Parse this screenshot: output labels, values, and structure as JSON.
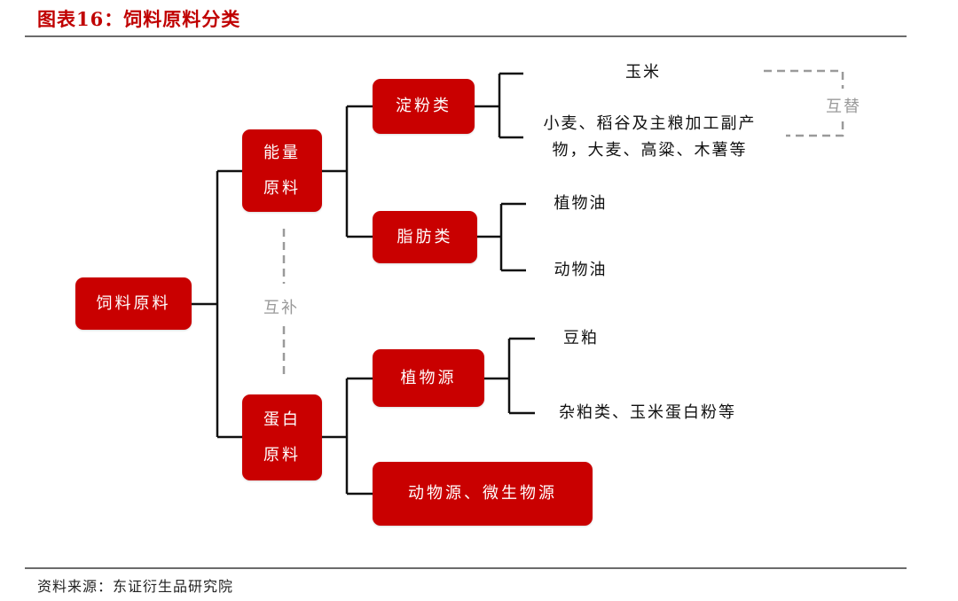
{
  "header": {
    "title": "图表16：饲料原料分类"
  },
  "diagram": {
    "root": "饲料原料",
    "energy": {
      "label_line1": "能量",
      "label_line2": "原料"
    },
    "protein": {
      "label_line1": "蛋白",
      "label_line2": "原料"
    },
    "starch": "淀粉类",
    "fat": "脂肪类",
    "plant_source": "植物源",
    "animal_micro_source": "动物源、微生物源",
    "leaves": {
      "corn": "玉米",
      "grains_line1": "小麦、稻谷及主粮加工副产",
      "grains_line2": "物，大麦、高粱、木薯等",
      "vegetable_oil": "植物油",
      "animal_oil": "动物油",
      "soybean_meal": "豆粕",
      "misc_meal": "杂粕类、玉米蛋白粉等"
    },
    "relations": {
      "substitute": "互替",
      "complement": "互补"
    }
  },
  "footer": {
    "source": "资料来源：东证衍生品研究院"
  }
}
